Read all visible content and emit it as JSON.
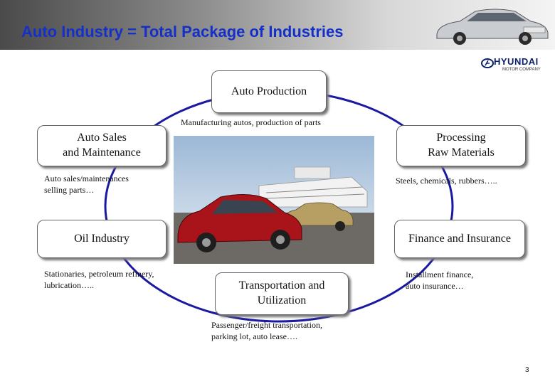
{
  "header": {
    "title": "Auto Industry = Total Package of Industries"
  },
  "brand": {
    "logo": "HYUNDAI",
    "tagline": "MOTOR COMPANY"
  },
  "nodes": {
    "production": {
      "label": "Auto Production",
      "note": "Manufacturing autos, production of parts"
    },
    "sales": {
      "label_line1": "Auto Sales",
      "label_line2": "and Maintenance",
      "note_line1": "Auto sales/maintenances",
      "note_line2": "selling parts…"
    },
    "raw": {
      "label_line1": "Processing",
      "label_line2": "Raw Materials",
      "note": "Steels, chemicals, rubbers….."
    },
    "oil": {
      "label": "Oil Industry",
      "note_line1": "Stationaries, petroleum refinery,",
      "note_line2": "lubrication….."
    },
    "finance": {
      "label": "Finance and Insurance",
      "note_line1": "Installment finance,",
      "note_line2": "auto insurance…"
    },
    "transport": {
      "label_line1": "Transportation and",
      "label_line2": "Utilization",
      "note_line1": "Passenger/freight transportation,",
      "note_line2": "parking lot, auto lease…."
    }
  },
  "page_number": "3",
  "colors": {
    "title": "#1530c8",
    "ring": "#1a1aa0"
  }
}
